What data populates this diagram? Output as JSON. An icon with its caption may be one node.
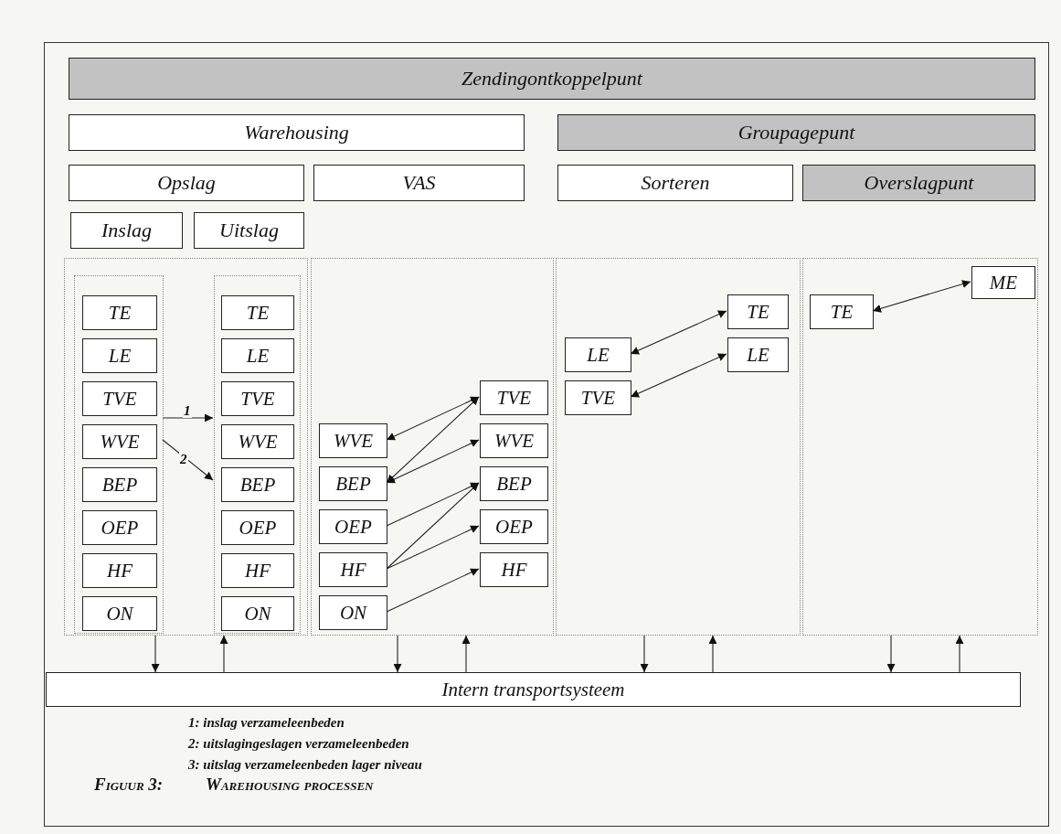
{
  "diagram": {
    "nodes": [
      {
        "text": [
          "Zendingontkoppelpunt"
        ]
      },
      {
        "text": [
          "Warehousing"
        ]
      },
      {
        "text": [
          "Groupagepunt"
        ]
      },
      {
        "text": [
          "Opslag"
        ]
      },
      {
        "text": [
          "VAS"
        ]
      },
      {
        "text": [
          "Sorteren"
        ]
      },
      {
        "text": [
          "Overslagpunt"
        ]
      },
      {
        "text": [
          "Inslag"
        ]
      },
      {
        "text": [
          "Uitslag"
        ]
      },
      {
        "text": [],
        "shape": "box"
      },
      {
        "text": [],
        "shape": "box",
        "in": 9
      },
      {
        "text": [],
        "shape": "box",
        "in": 9
      },
      {
        "text": [],
        "shape": "box"
      },
      {
        "text": [],
        "shape": "box"
      },
      {
        "text": [],
        "shape": "box"
      },
      {
        "text": [
          "TE"
        ],
        "in": 10
      },
      {
        "text": [
          "LE"
        ],
        "in": 10
      },
      {
        "text": [
          "TVE"
        ],
        "in": 10
      },
      {
        "text": [
          "WVE"
        ],
        "in": 10
      },
      {
        "text": [
          "BEP"
        ],
        "in": 10
      },
      {
        "text": [
          "OEP"
        ],
        "in": 10
      },
      {
        "text": [
          "HF"
        ],
        "in": 10
      },
      {
        "text": [
          "ON"
        ],
        "in": 10
      },
      {
        "text": [
          "TE"
        ],
        "in": 11
      },
      {
        "text": [
          "LE"
        ],
        "in": 11
      },
      {
        "text": [
          "TVE"
        ],
        "in": 11
      },
      {
        "text": [
          "WVE"
        ],
        "in": 11
      },
      {
        "text": [
          "BEP"
        ],
        "in": 11
      },
      {
        "text": [
          "OEP"
        ],
        "in": 11
      },
      {
        "text": [
          "HF"
        ],
        "in": 11
      },
      {
        "text": [
          "ON"
        ],
        "in": 11
      },
      {
        "text": [
          "WVE"
        ],
        "in": 12
      },
      {
        "text": [
          "BEP"
        ],
        "in": 12
      },
      {
        "text": [
          "OEP"
        ],
        "in": 12
      },
      {
        "text": [
          "HF"
        ],
        "in": 12
      },
      {
        "text": [
          "ON"
        ],
        "in": 12
      },
      {
        "text": [
          "TVE"
        ],
        "in": 12
      },
      {
        "text": [
          "WVE"
        ],
        "in": 12
      },
      {
        "text": [
          "BEP"
        ],
        "in": 12
      },
      {
        "text": [
          "OEP"
        ],
        "in": 12
      },
      {
        "text": [
          "HF"
        ],
        "in": 12
      },
      {
        "text": [
          "TE"
        ],
        "in": 13
      },
      {
        "text": [
          "LE"
        ],
        "in": 13
      },
      {
        "text": [
          "LE"
        ],
        "in": 13
      },
      {
        "text": [
          "TVE"
        ],
        "in": 13
      },
      {
        "text": [
          "ME"
        ],
        "in": 14
      },
      {
        "text": [
          "TE"
        ],
        "in": 14
      },
      {
        "text": [
          "Intern transportsysteem"
        ]
      }
    ],
    "edges": [
      {
        "from": 10,
        "to": 11,
        "arrow": "to",
        "label": "1"
      },
      {
        "from": 10,
        "to": 11,
        "arrow": "to",
        "label": "2"
      },
      {
        "from": 36,
        "to": 31,
        "arrow": "both"
      },
      {
        "from": 36,
        "to": 32,
        "arrow": "both"
      },
      {
        "from": 37,
        "to": 32,
        "arrow": "both"
      },
      {
        "from": 33,
        "to": 38,
        "arrow": "to"
      },
      {
        "from": 34,
        "to": 38,
        "arrow": "to"
      },
      {
        "from": 34,
        "to": 39,
        "arrow": "to"
      },
      {
        "from": 35,
        "to": 40,
        "arrow": "to"
      },
      {
        "from": 41,
        "to": 42,
        "arrow": "both"
      },
      {
        "from": 43,
        "to": 44,
        "arrow": "both"
      },
      {
        "from": 46,
        "to": 45,
        "arrow": "both"
      },
      {
        "from": 9,
        "to": 47,
        "arrow": "to"
      },
      {
        "from": 47,
        "to": 9,
        "arrow": "to"
      },
      {
        "from": 12,
        "to": 47,
        "arrow": "to"
      },
      {
        "from": 47,
        "to": 12,
        "arrow": "to"
      },
      {
        "from": 13,
        "to": 47,
        "arrow": "to"
      },
      {
        "from": 47,
        "to": 13,
        "arrow": "to"
      },
      {
        "from": 14,
        "to": 47,
        "arrow": "to"
      },
      {
        "from": 47,
        "to": 14,
        "arrow": "to"
      }
    ],
    "labels": [
      "1: inslag verzameleenbeden",
      "2: uitslagingeslagen verzameleenbeden",
      "3: uitslag verzameleenbeden lager niveau",
      "Figuur 3:",
      "Warehousing processen"
    ]
  }
}
